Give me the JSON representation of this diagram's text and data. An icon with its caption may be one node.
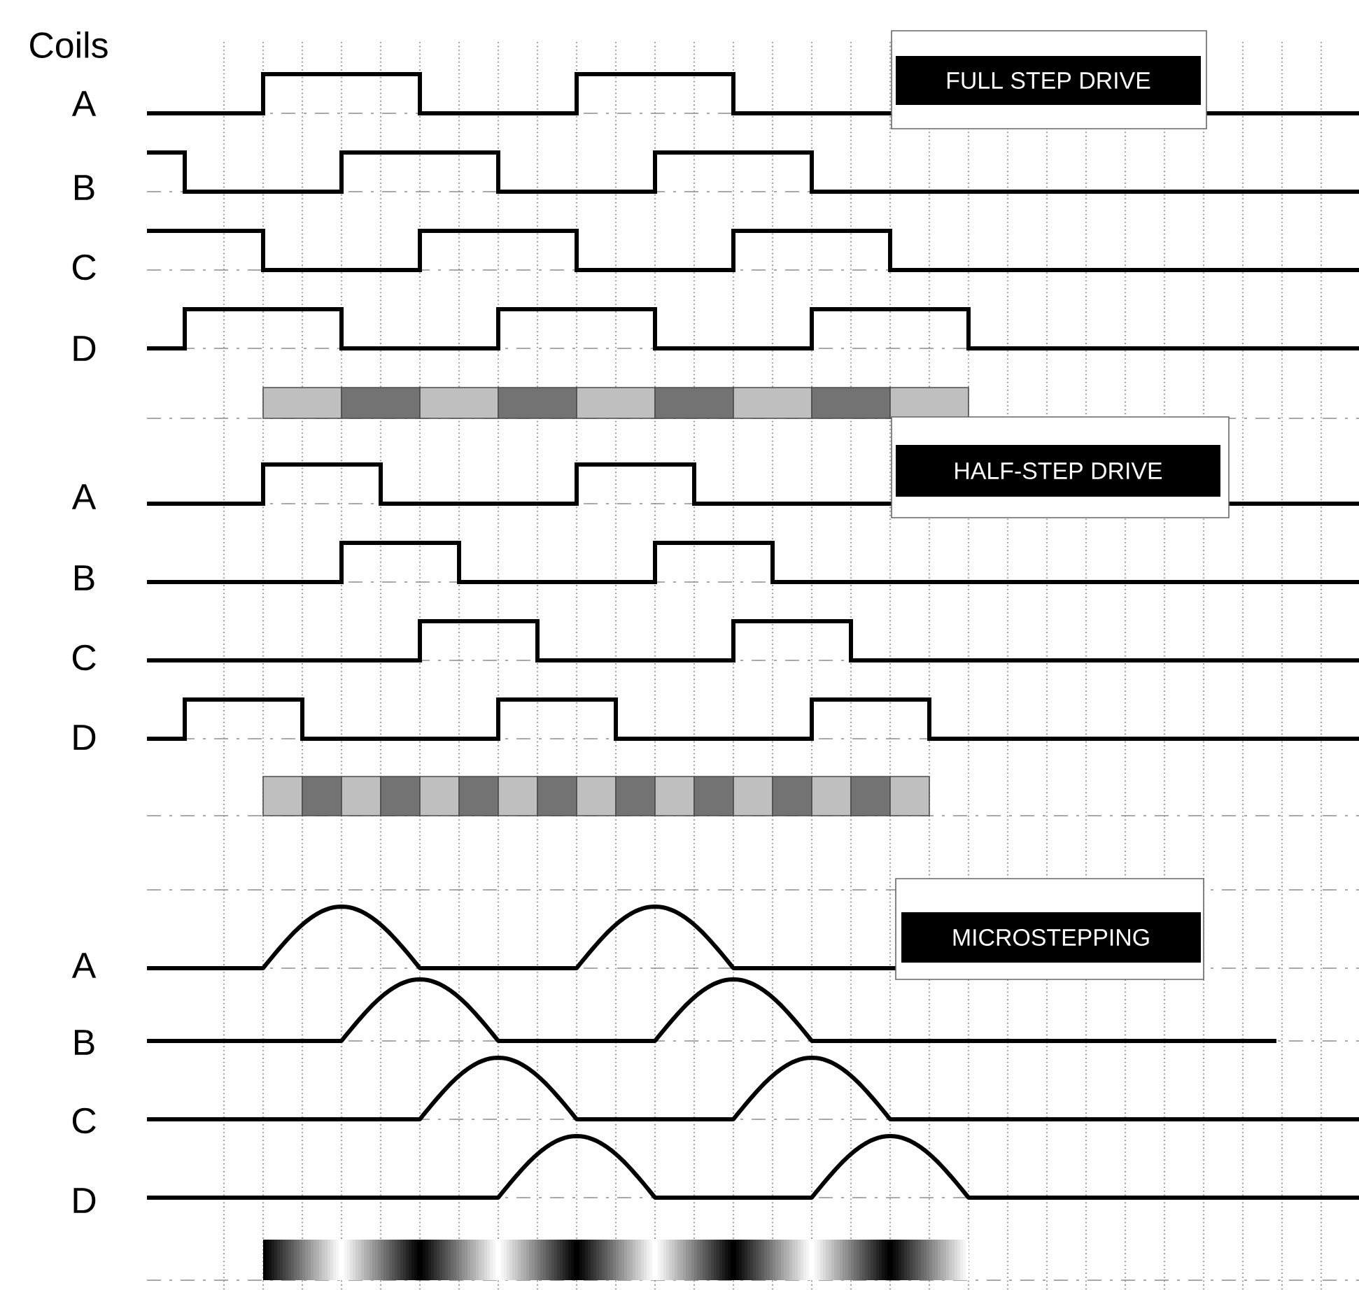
{
  "diagram": {
    "nodes": [
      {
        "text": [
          "FULL STEP DRIVE"
        ]
      },
      {
        "text": [
          "HALF-STEP DRIVE"
        ]
      },
      {
        "text": [
          "MICROSTEPPING"
        ]
      }
    ],
    "labels": [
      "Coils",
      "A",
      "B",
      "C",
      "D",
      "A",
      "B",
      "C",
      "D",
      "A",
      "B",
      "C",
      "D"
    ]
  }
}
